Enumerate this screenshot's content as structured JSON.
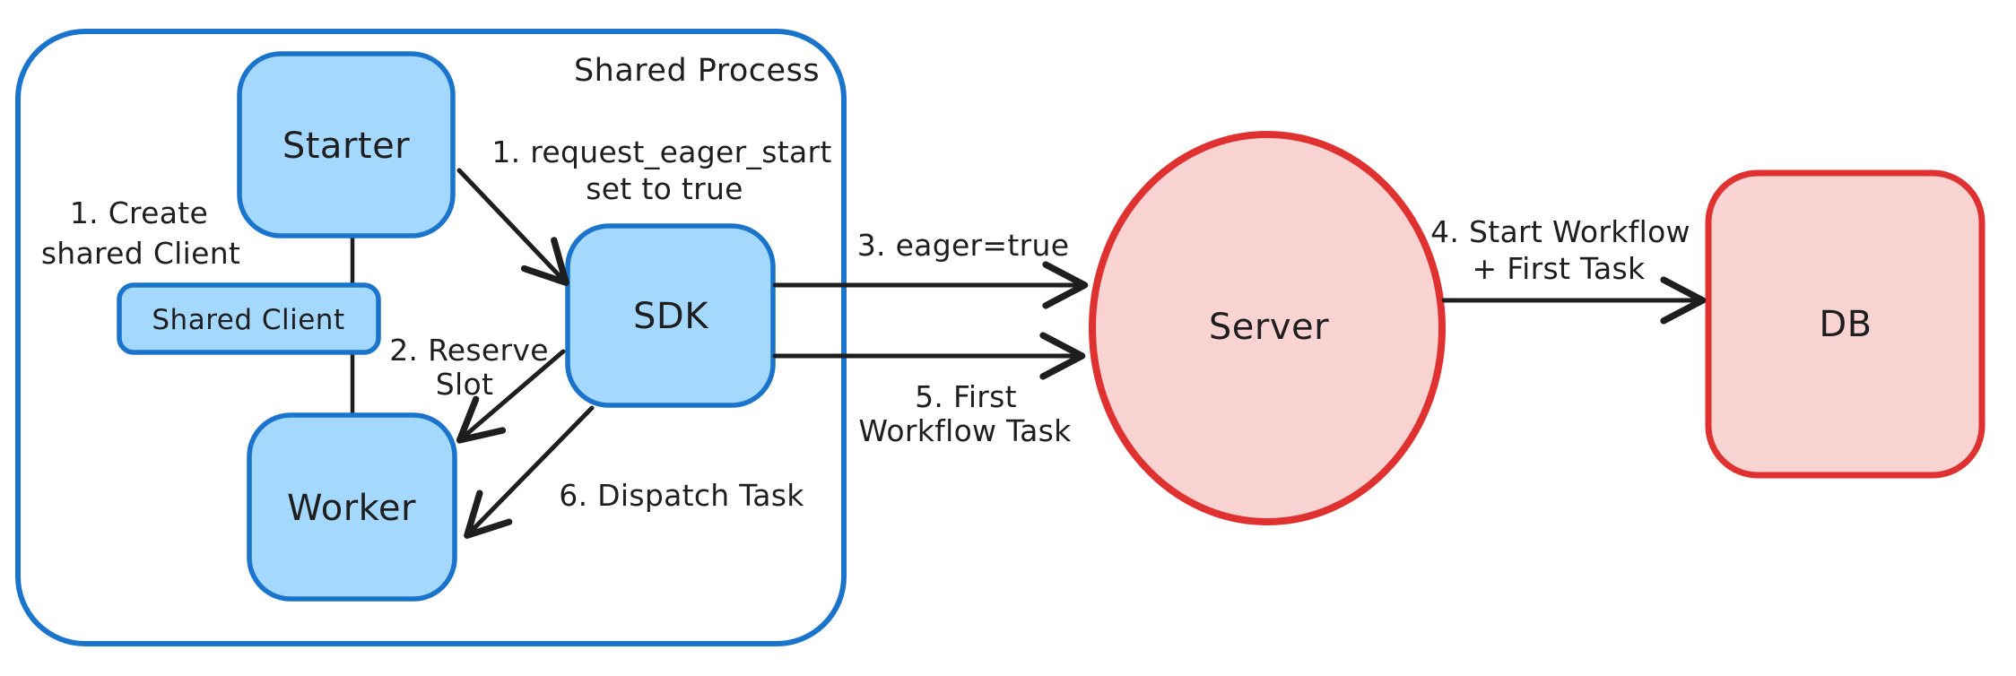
{
  "diagram": {
    "container": {
      "label": "Shared Process"
    },
    "nodes": {
      "starter": "Starter",
      "shared_client": "Shared Client",
      "worker": "Worker",
      "sdk": "SDK",
      "server": "Server",
      "db": "DB"
    },
    "annotations": {
      "create_client": {
        "line1": "1. Create",
        "line2": "shared Client"
      },
      "request_eager": {
        "line1": "1. request_eager_start",
        "line2": "set to true"
      },
      "reserve_slot": {
        "line1": "2. Reserve",
        "line2": "Slot"
      },
      "eager_true": {
        "line1": "3. eager=true"
      },
      "start_workflow": {
        "line1": "4. Start Workflow",
        "line2": "+ First Task"
      },
      "first_workflow_task": {
        "line1": "5. First",
        "line2": "Workflow Task"
      },
      "dispatch_task": {
        "line1": "6. Dispatch Task"
      }
    },
    "colors": {
      "blue_stroke": "#1b74cc",
      "blue_fill": "#a5d8ff",
      "red_stroke": "#e03131",
      "red_fill": "#f9d2d2",
      "ink": "#1e1e1e",
      "background": "#ffffff"
    }
  }
}
